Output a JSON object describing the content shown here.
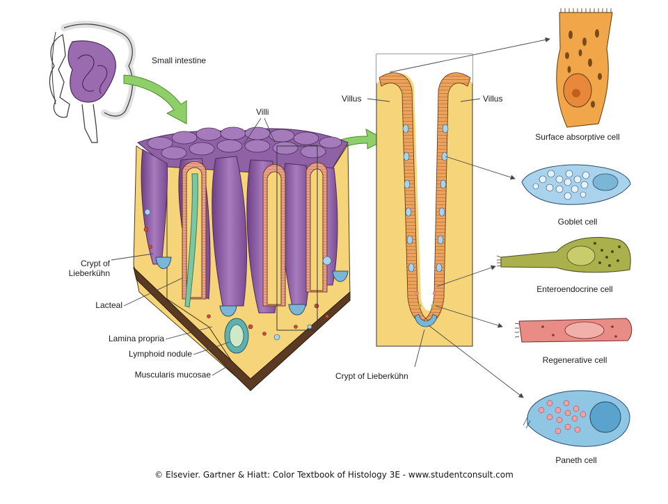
{
  "labels": {
    "small_intestine": "Small intestine",
    "villi": "Villi",
    "villus_left": "Villus",
    "villus_right": "Villus",
    "crypt_left": "Crypt of\nLieberkühn",
    "lacteal": "Lacteal",
    "lamina_propria": "Lamina propria",
    "lymphoid_nodule": "Lymphoid nodule",
    "muscularis_mucosae": "Muscularis mucosae",
    "crypt_center": "Crypt of Lieberkühn",
    "surface_absorptive_cell": "Surface absorptive cell",
    "goblet_cell": "Goblet cell",
    "enteroendocrine_cell": "Enteroendocrine cell",
    "regenerative_cell": "Regenerative cell",
    "paneth_cell": "Paneth cell"
  },
  "credit": "© Elsevier. Gartner & Hiatt: Color Textbook of Histology 3E - www.studentconsult.com",
  "colors": {
    "villus_purple": "#9b6bb0",
    "villus_purple_dark": "#6e3f86",
    "lamina_yellow": "#f6d57a",
    "epithelium_orange": "#eda25b",
    "goblet_blue": "#a9d3ec",
    "enteroendocrine_green": "#a9b04c",
    "regenerative_pink": "#ea8c86",
    "paneth_blue": "#8ec6e3",
    "arrow_green": "#8fcf6a",
    "lacteal_green": "#7cc7a2",
    "muscularis_brown": "#5b3a24"
  }
}
